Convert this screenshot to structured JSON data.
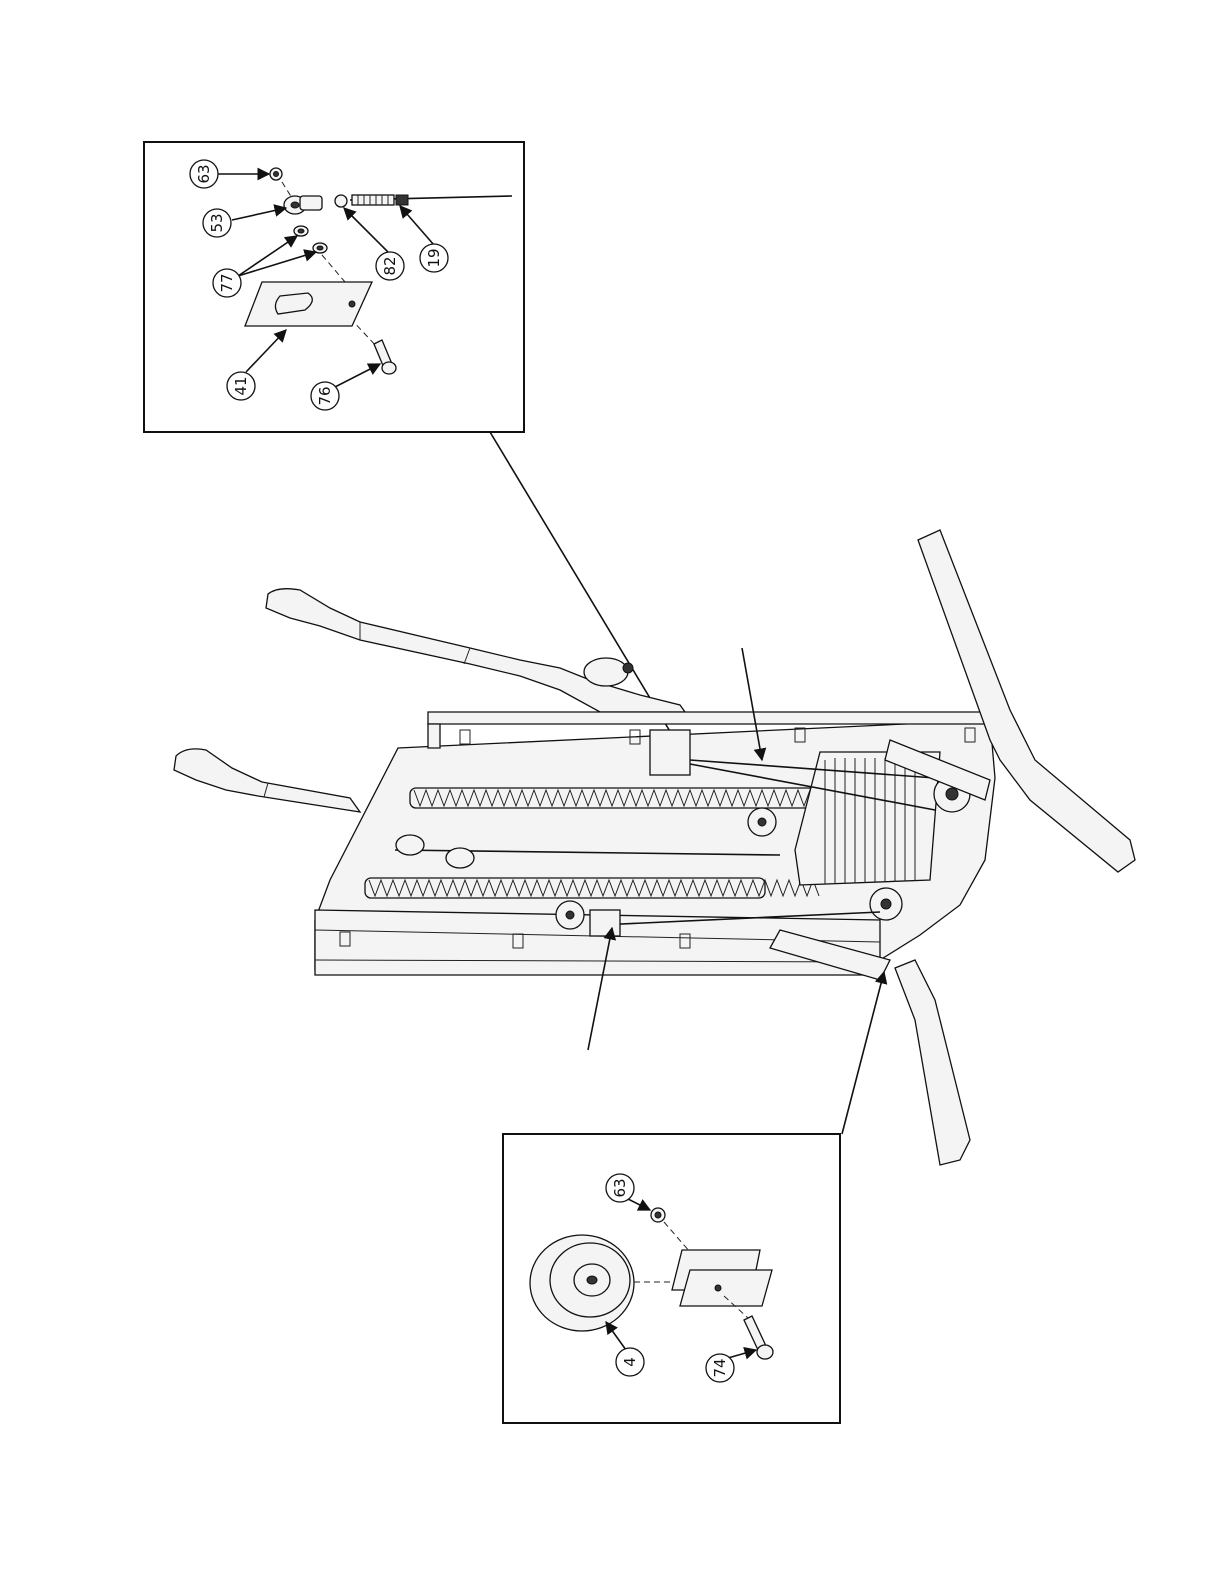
{
  "callouts_top": [
    "63",
    "53",
    "82",
    "19",
    "77",
    "41",
    "76"
  ],
  "callouts_bottom": [
    "63",
    "4",
    "74"
  ]
}
